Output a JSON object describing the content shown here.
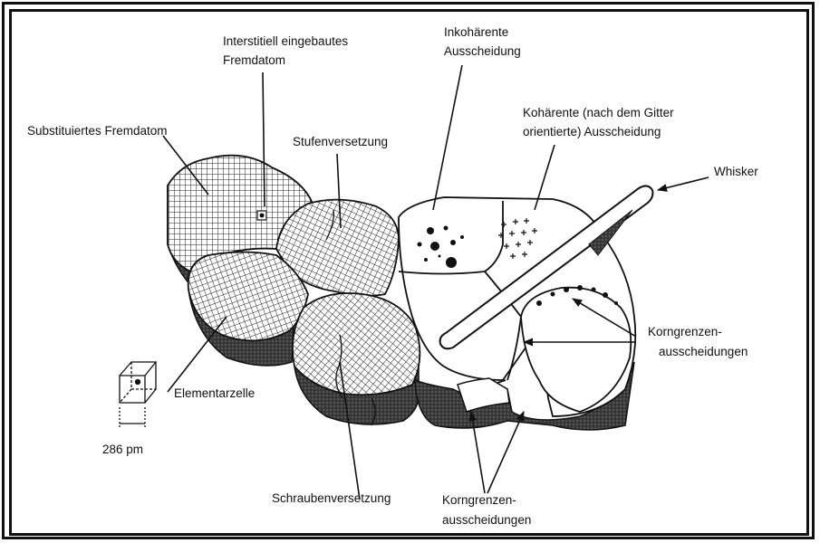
{
  "labels": {
    "interstitial_line1": "Interstitiell eingebautes",
    "interstitial_line2": "Fremdatom",
    "inkohaerente_line1": "Inkohärente",
    "inkohaerente_line2": "Ausscheidung",
    "substituiertes": "Substituiertes Fremdatom",
    "stufen": "Stufenversetzung",
    "kohaerente_line1": "Kohärente (nach dem Gitter",
    "kohaerente_line2": "orientierte) Ausscheidung",
    "whisker": "Whisker",
    "korngrenzen_right_line1": "Korngrenzen-",
    "korngrenzen_right_line2": "ausscheidungen",
    "elementarzelle": "Elementarzelle",
    "scale": "286 pm",
    "schrauben": "Schraubenversetzung",
    "korngrenzen_bottom_line1": "Korngrenzen-",
    "korngrenzen_bottom_line2": "ausscheidungen"
  },
  "colors": {
    "ink": "#111111",
    "paper": "#ffffff",
    "side_shade": "#4a4a4a"
  }
}
